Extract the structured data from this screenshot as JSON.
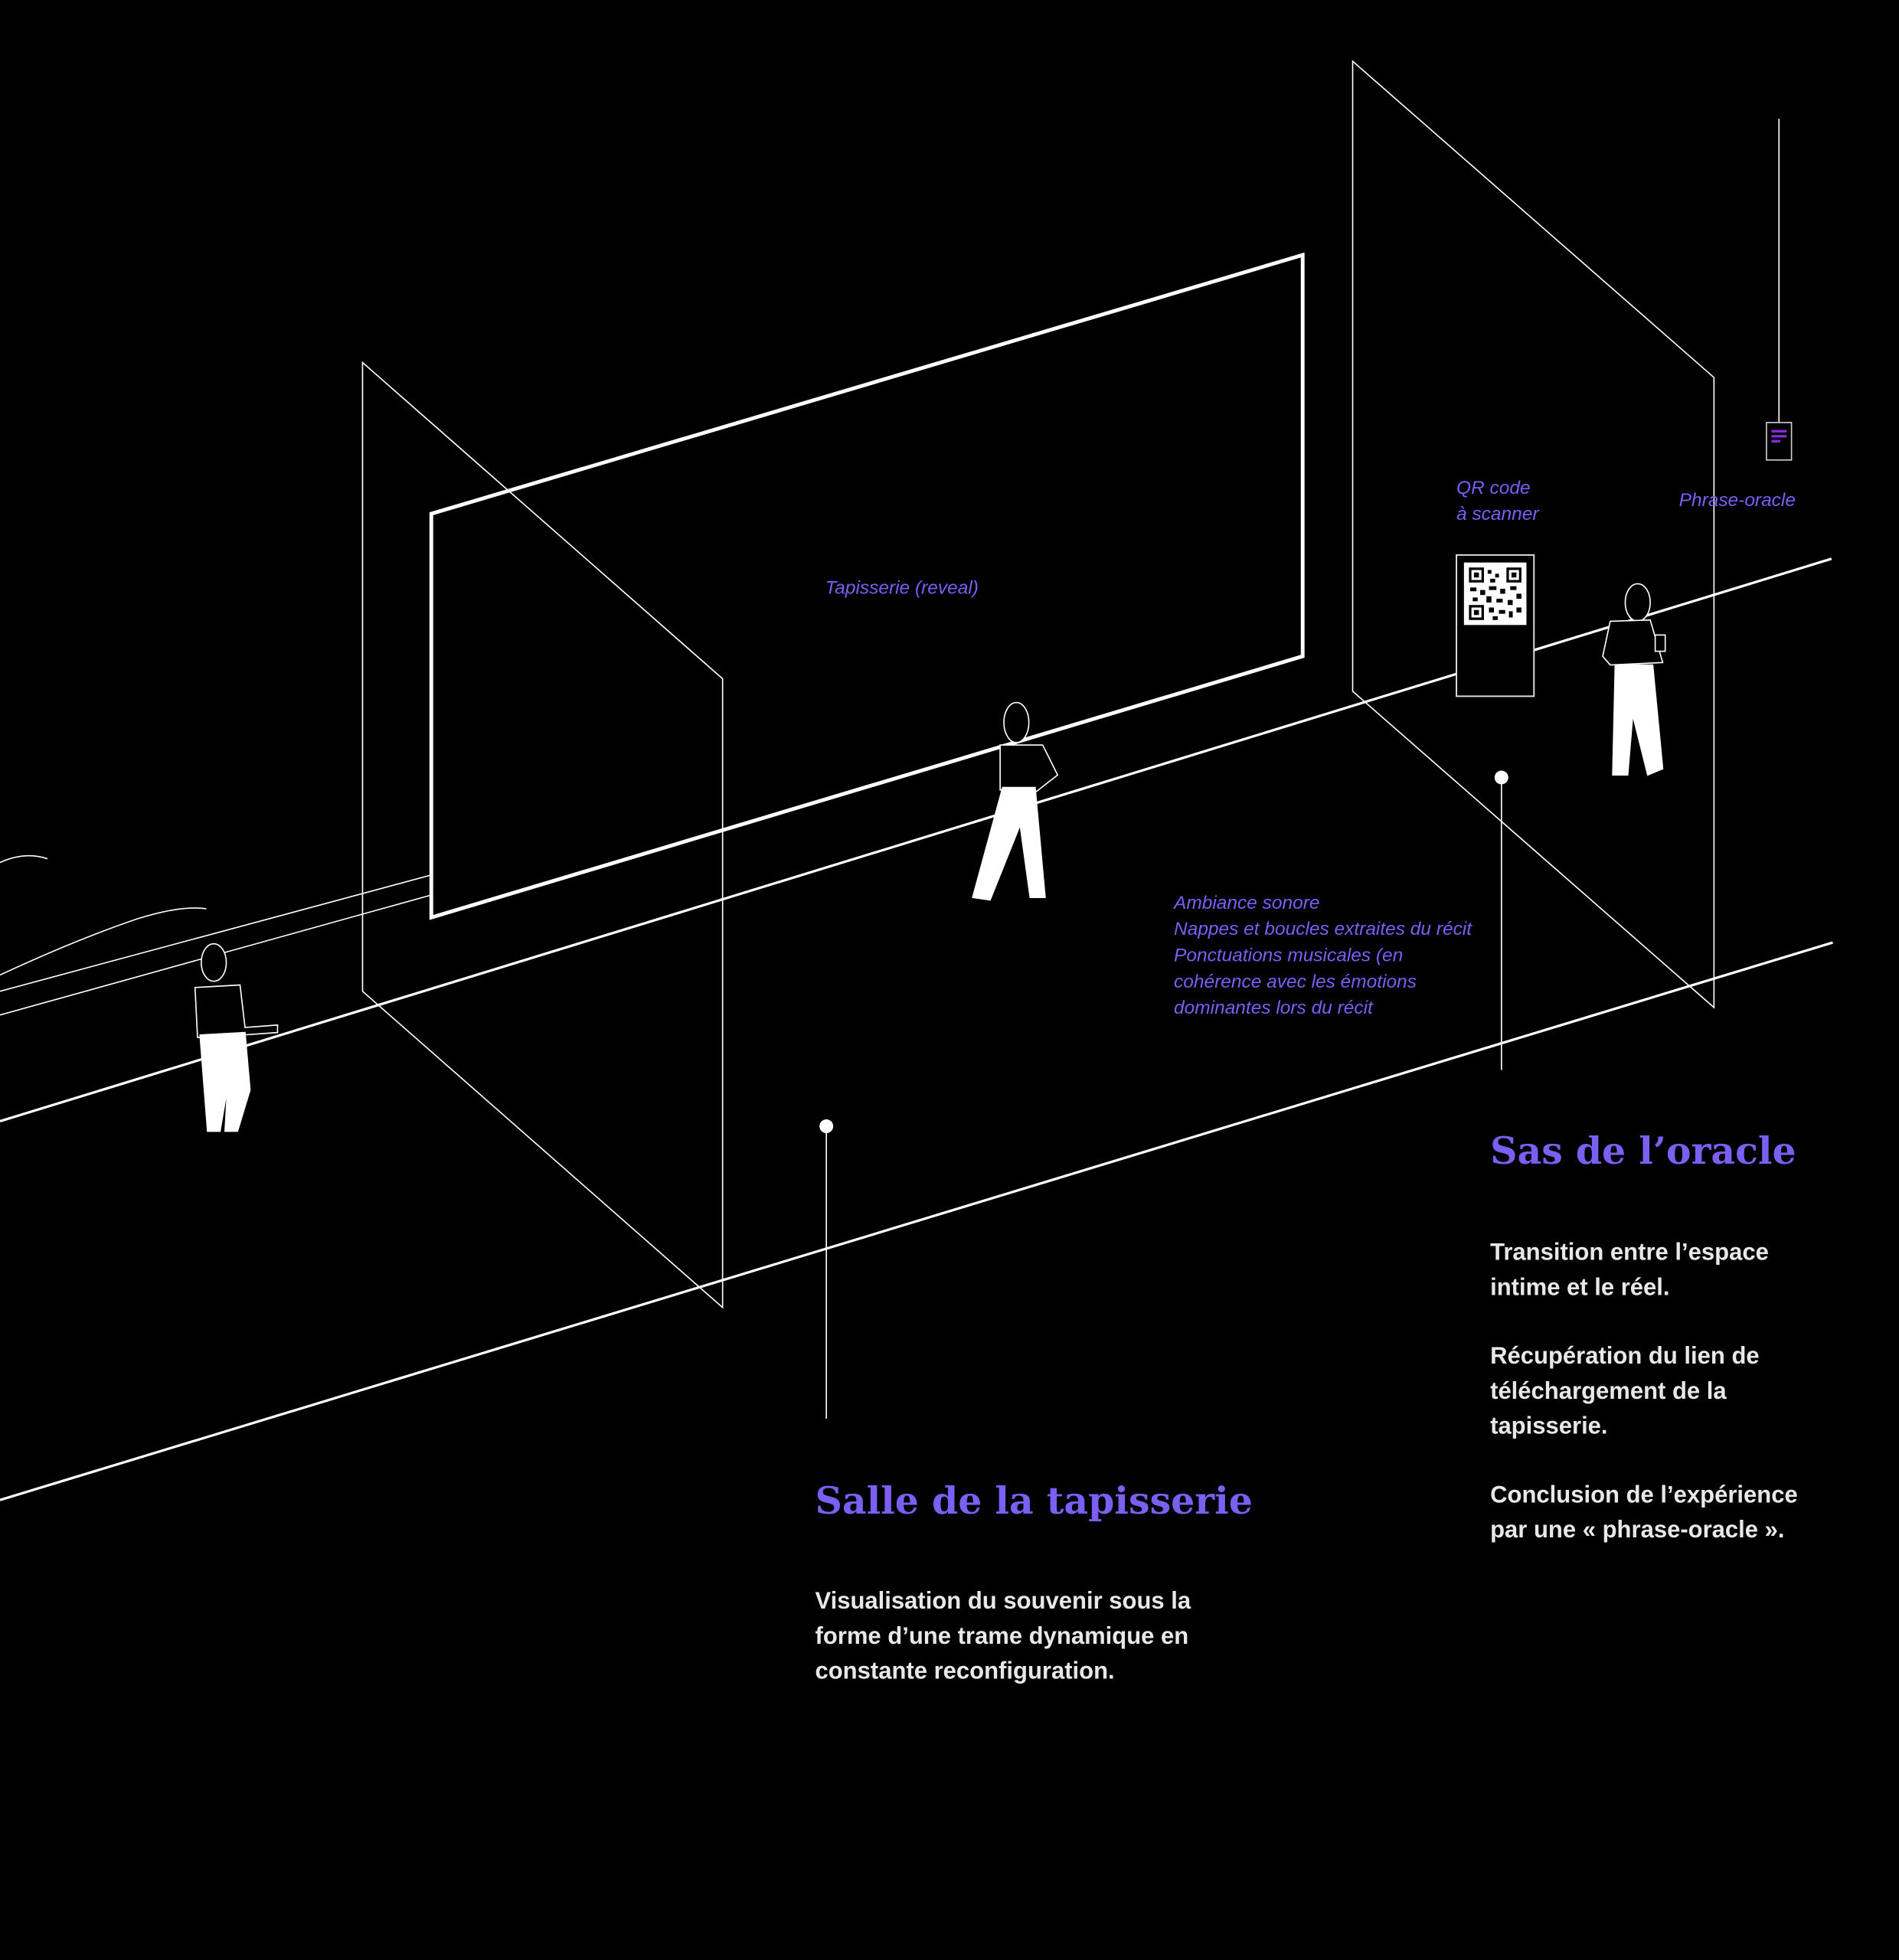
{
  "colors": {
    "accent": "#7b5ff2",
    "background": "#000000",
    "line": "#ffffff",
    "body_text": "#e8e8e8"
  },
  "labels": {
    "tapestry": "Tapisserie (reveal)",
    "qr": [
      "QR code",
      "à scanner"
    ],
    "phrase": "Phrase-oracle",
    "ambiance": [
      "Ambiance sonore",
      "Nappes et boucles extraites du récit",
      "Ponctuations musicales (en",
      "cohérence avec les émotions",
      "dominantes lors du récit"
    ]
  },
  "sections": {
    "oracle": {
      "title": "Sas de l’oracle",
      "lines": [
        "Transition entre l’espace",
        "intime et le réel.",
        "",
        "Récupération du lien de",
        "téléchargement de la",
        "tapisserie.",
        "",
        "Conclusion de l’expérience",
        "par une « phrase-oracle »."
      ]
    },
    "tapestry_room": {
      "title": "Salle de la tapisserie",
      "lines": [
        "Visualisation du souvenir sous la",
        "forme d’une trame dynamique en",
        "constante reconfiguration."
      ]
    }
  }
}
